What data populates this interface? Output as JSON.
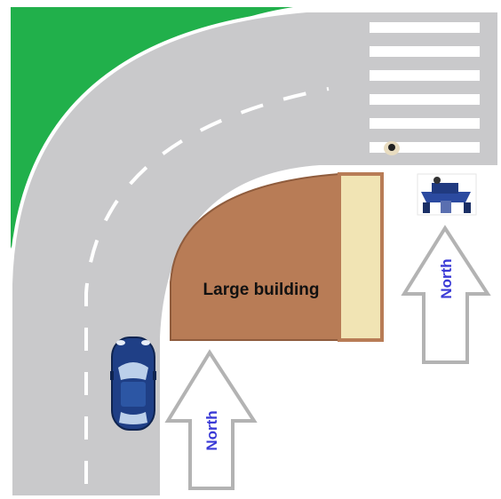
{
  "building": {
    "label": "Large building",
    "wall_color": "#b87c56",
    "annex_color": "#f1e4b4"
  },
  "arrows": [
    {
      "id": "arrow-left",
      "label": "North"
    },
    {
      "id": "arrow-right",
      "label": "North"
    }
  ],
  "colors": {
    "grass": "#21b04b",
    "road": "#c9c9cb",
    "lane_marking": "#ffffff",
    "arrow_text": "#3a3ad6",
    "car_body": "#1f3f86"
  },
  "icons": [
    "car-icon",
    "pedestrian-icon",
    "robot-icon",
    "north-arrow-icon"
  ]
}
